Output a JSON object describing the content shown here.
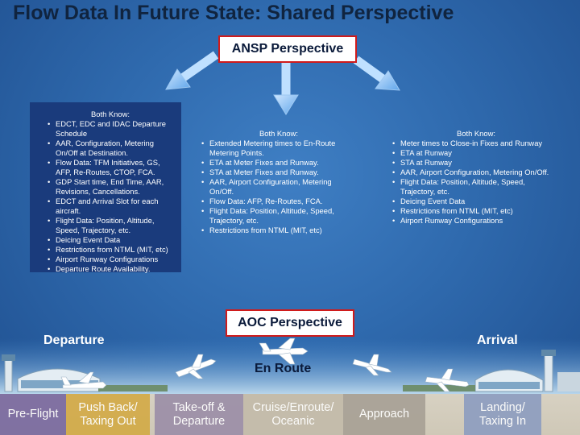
{
  "title": "Flow Data In Future State: Shared Perspective",
  "ansp_label": "ANSP Perspective",
  "aoc_label": "AOC Perspective",
  "departure_box": {
    "header": "Both Know:",
    "items": [
      "EDCT, EDC and IDAC Departure Schedule",
      "AAR, Configuration, Metering On/Off at Destination.",
      "Flow Data: TFM Initiatives, GS, AFP, Re-Routes, CTOP, FCA.",
      "GDP Start time, End Time, AAR, Revisions, Cancellations.",
      "EDCT and Arrival Slot for each aircraft.",
      "Flight Data: Position, Altitude, Speed, Trajectory, etc.",
      "Deicing Event Data",
      "Restrictions from NTML (MIT, etc)",
      "Airport Runway Configurations",
      "Departure Route Availability."
    ]
  },
  "enroute_box": {
    "header": "Both Know:",
    "items": [
      "Extended Metering times to En-Route Metering Points.",
      "ETA at Meter Fixes and Runway.",
      "STA at Meter Fixes and Runway.",
      "AAR, Airport Configuration, Metering On/Off.",
      "Flow Data: AFP, Re-Routes, FCA.",
      "Flight Data: Position, Altitude, Speed, Trajectory, etc.",
      "Restrictions from NTML (MIT, etc)"
    ]
  },
  "arrival_box": {
    "header": "Both Know:",
    "items": [
      "Meter times to Close-in Fixes and Runway",
      "ETA at Runway",
      "STA at Runway",
      "AAR, Airport Configuration, Metering On/Off.",
      "Flight Data: Position, Altitude, Speed, Trajectory, etc.",
      "Deicing Event Data",
      "Restrictions from NTML (MIT, etc)",
      "Airport Runway Configurations"
    ]
  },
  "phase_labels": {
    "departure": "Departure",
    "enroute": "En Route",
    "arrival": "Arrival"
  },
  "flight_phases": [
    {
      "line1": "Pre-Flight",
      "line2": ""
    },
    {
      "line1": "Push Back/",
      "line2": "Taxing Out"
    },
    {
      "line1": "Take-off &",
      "line2": "Departure"
    },
    {
      "line1": "Cruise/Enroute/",
      "line2": "Oceanic"
    },
    {
      "line1": "Approach",
      "line2": ""
    },
    {
      "line1": "Landing/",
      "line2": "Taxing In"
    }
  ],
  "colors": {
    "background": "#2f6aae",
    "dark_box": "#1a3b7c",
    "highlight_border": "#d01b1b",
    "title": "#10243f",
    "phase_1": "#7a6aa0",
    "phase_2": "#d3ab48",
    "phase_3": "#9c8fa8",
    "phase_4": "#c3bbaa",
    "phase_5": "#a8a196",
    "phase_6": "#8e9ec0"
  }
}
